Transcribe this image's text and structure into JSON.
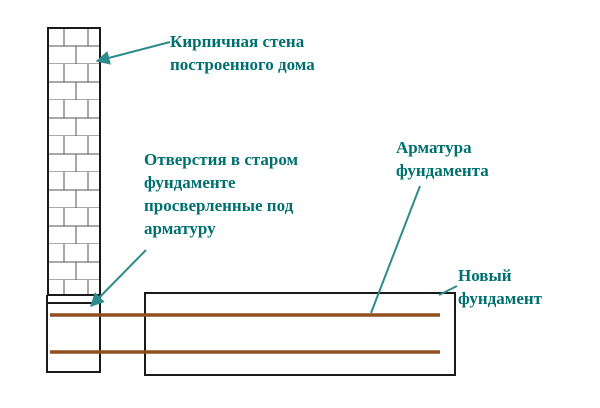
{
  "diagram": {
    "colors": {
      "background": "#ffffff",
      "label_text": "#006f6f",
      "leader_line": "#2e8b8b",
      "outline": "#1a1a1a",
      "brick_line": "#555555",
      "rebar": "#8f4f1f"
    },
    "labels": {
      "brick_wall": [
        "Кирпичная стена",
        "построенного дома"
      ],
      "holes_in_old_foundation": [
        "Отверстия в старом",
        "фундаменте",
        "просверленные под",
        "арматуру"
      ],
      "foundation_rebar": [
        "Арматура",
        "фундамента"
      ],
      "new_foundation": [
        "Новый",
        "фундамент"
      ]
    }
  }
}
